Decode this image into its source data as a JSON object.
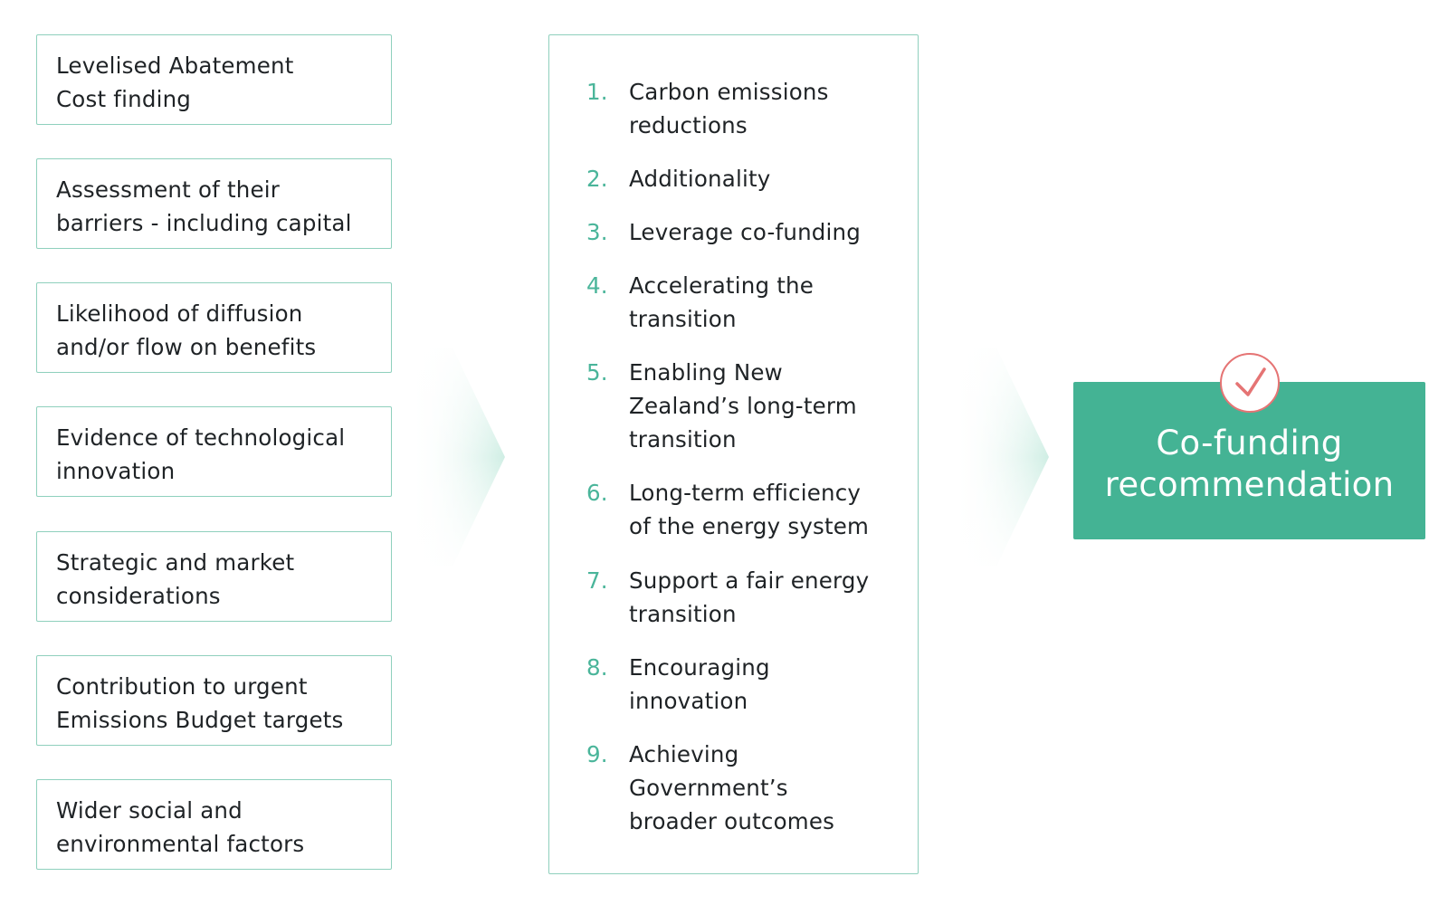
{
  "factors": [
    "Levelised Abatement\nCost finding",
    "Assessment of their\nbarriers - including capital",
    "Likelihood of diffusion\nand/or flow on benefits",
    "Evidence of technological\ninnovation",
    "Strategic and market\nconsiderations",
    "Contribution to urgent\nEmissions Budget targets",
    "Wider social and\nenvironmental factors"
  ],
  "criteria": [
    {
      "num": "1.",
      "label": "Carbon emissions\nreductions"
    },
    {
      "num": "2.",
      "label": "Additionality"
    },
    {
      "num": "3.",
      "label": "Leverage co-funding"
    },
    {
      "num": "4.",
      "label": "Accelerating the\ntransition"
    },
    {
      "num": "5.",
      "label": "Enabling New\nZealand’s long-term\ntransition"
    },
    {
      "num": "6.",
      "label": "Long-term efficiency\nof the energy system"
    },
    {
      "num": "7.",
      "label": "Support a fair energy\ntransition"
    },
    {
      "num": "8.",
      "label": "Encouraging\ninnovation"
    },
    {
      "num": "9.",
      "label": "Achieving\nGovernment’s\nbroader outcomes"
    }
  ],
  "recommendation": {
    "label": "Co-funding\nrecommendation",
    "icon": "check-icon"
  },
  "colors": {
    "accent": "#44b394",
    "border": "#8fd0bd",
    "number": "#4ab59a",
    "check": "#e57474",
    "text": "#1f2326"
  }
}
